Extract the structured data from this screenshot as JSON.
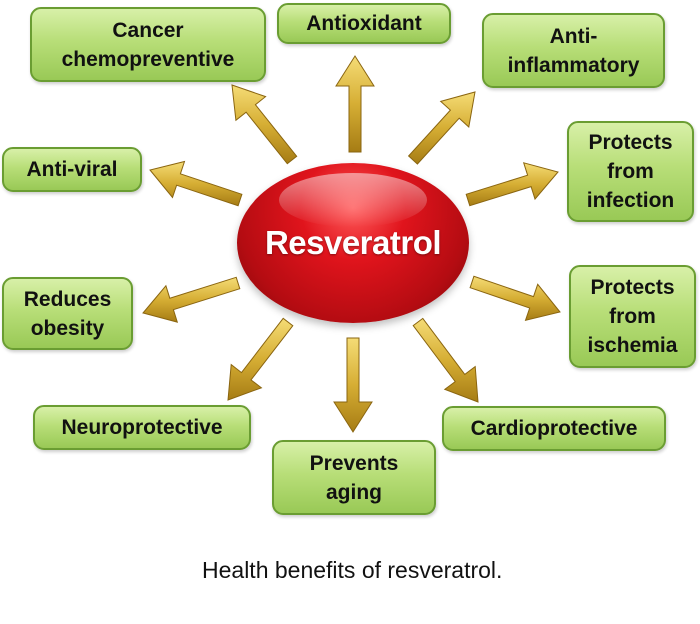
{
  "center": {
    "label": "Resveratrol"
  },
  "benefits": [
    {
      "label": "Cancer\nchemopreventive"
    },
    {
      "label": "Antioxidant"
    },
    {
      "label": "Anti-\ninflammatory"
    },
    {
      "label": "Anti-viral"
    },
    {
      "label": "Protects\nfrom\ninfection"
    },
    {
      "label": "Reduces\nobesity"
    },
    {
      "label": "Protects\nfrom\nischemia"
    },
    {
      "label": "Neuroprotective"
    },
    {
      "label": "Cardioprotective"
    },
    {
      "label": "Prevents\naging"
    }
  ],
  "caption": "Health benefits of resveratrol.",
  "colors": {
    "box_fill": "#b8de78",
    "box_border": "#6a9d32",
    "hub_red": "#d0121a",
    "arrow_gold": "#c9a22a"
  }
}
